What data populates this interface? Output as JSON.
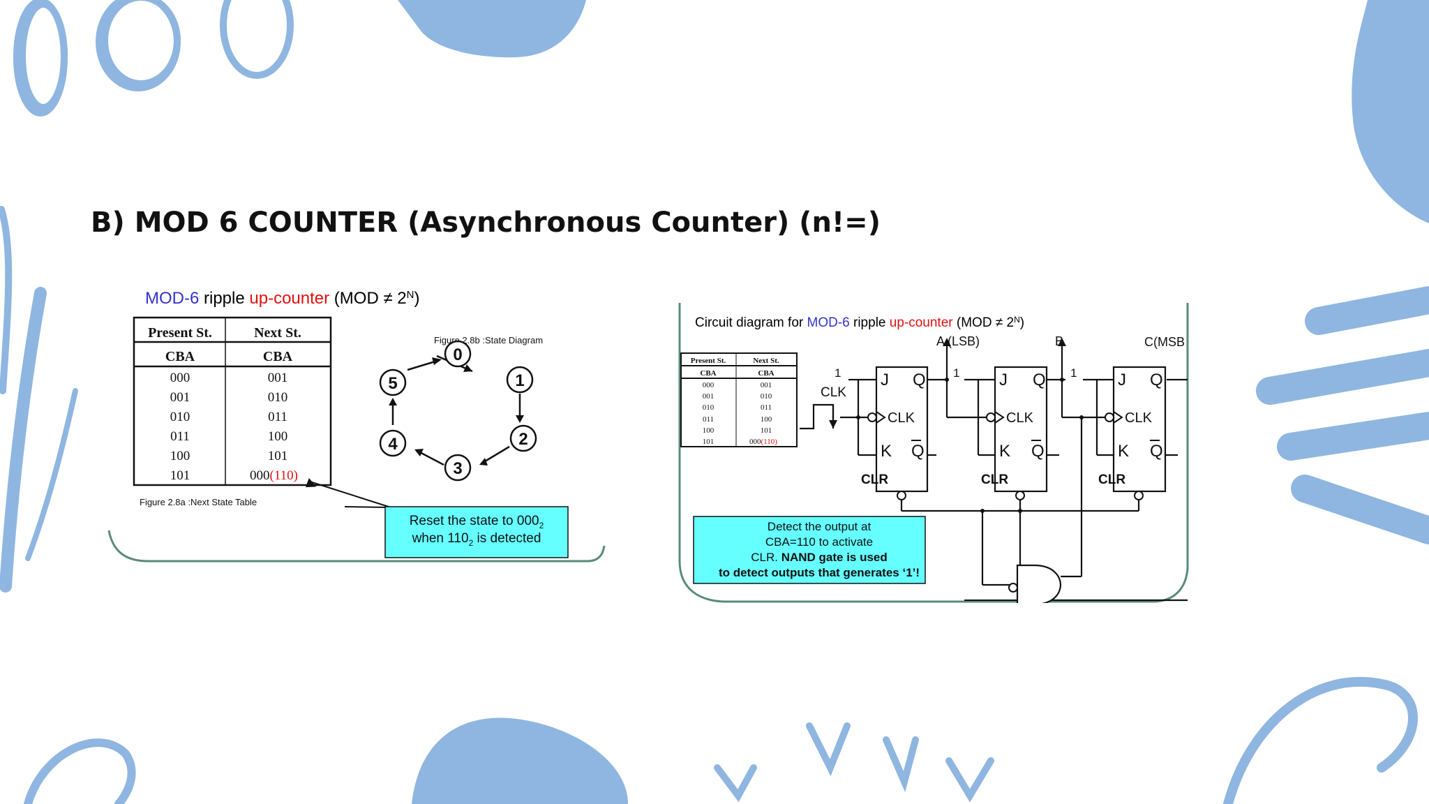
{
  "slide": {
    "title": "B) MOD 6 COUNTER (Asynchronous Counter) (n!=)"
  },
  "colors": {
    "decoration": "#8fb6e0",
    "callout_fill": "#66ffff",
    "highlight_red": "#e01010",
    "highlight_blue": "#3333cc",
    "panel_border": "#5a8a7a"
  },
  "left_figure": {
    "heading": {
      "mod6": "MOD-6",
      "ripple": " ripple ",
      "upcounter": "up-counter",
      "suffix": " (MOD ≠ 2",
      "sup": "N",
      "close": ")"
    },
    "table": {
      "headers": [
        "Present St.",
        "Next St."
      ],
      "subheaders": [
        "CBA",
        "CBA"
      ],
      "rows": [
        [
          "000",
          "001"
        ],
        [
          "001",
          "010"
        ],
        [
          "010",
          "011"
        ],
        [
          "011",
          "100"
        ],
        [
          "100",
          "101"
        ],
        [
          "101",
          "000"
        ]
      ],
      "last_extra": "(110)",
      "last_close": ")"
    },
    "table_caption": "Figure 2.8a :Next State Table",
    "diagram_caption": "Figure 2.8b :State Diagram",
    "states": [
      "0",
      "1",
      "2",
      "3",
      "4",
      "5"
    ],
    "callout": {
      "line1": "Reset the state to 000",
      "line1_sub": "2",
      "line2a": "when 110",
      "line2_sub": "2",
      "line2b": " is detected"
    }
  },
  "right_figure": {
    "heading": {
      "prefix": "Circuit diagram for ",
      "mod6": "MOD-6",
      "ripple": " ripple ",
      "upcounter": "up-counter",
      "suffix": " (MOD ≠ 2",
      "sup": "N",
      "close": ")"
    },
    "table": {
      "headers": [
        "Present St.",
        "Next St."
      ],
      "subheaders": [
        "CBA",
        "CBA"
      ],
      "rows": [
        [
          "000",
          "001"
        ],
        [
          "001",
          "010"
        ],
        [
          "010",
          "011"
        ],
        [
          "011",
          "100"
        ],
        [
          "100",
          "101"
        ],
        [
          "101",
          "000"
        ]
      ],
      "last_extra": "(110)",
      "last_close": ")"
    },
    "labels": {
      "a_lsb": "A (LSB)",
      "b": "B",
      "c_msb": "C(MSB",
      "one": "1",
      "clk_input": "CLK",
      "j": "J",
      "k": "K",
      "q": "Q",
      "qbar": "Q",
      "clk": "CLK",
      "clr": "CLR"
    },
    "callout": {
      "line1": "Detect the output at",
      "line2": "CBA=110 to activate",
      "line3a": "CLR. ",
      "line3b": "NAND gate is used",
      "line4": "to detect outputs that generates ‘1’!"
    }
  }
}
